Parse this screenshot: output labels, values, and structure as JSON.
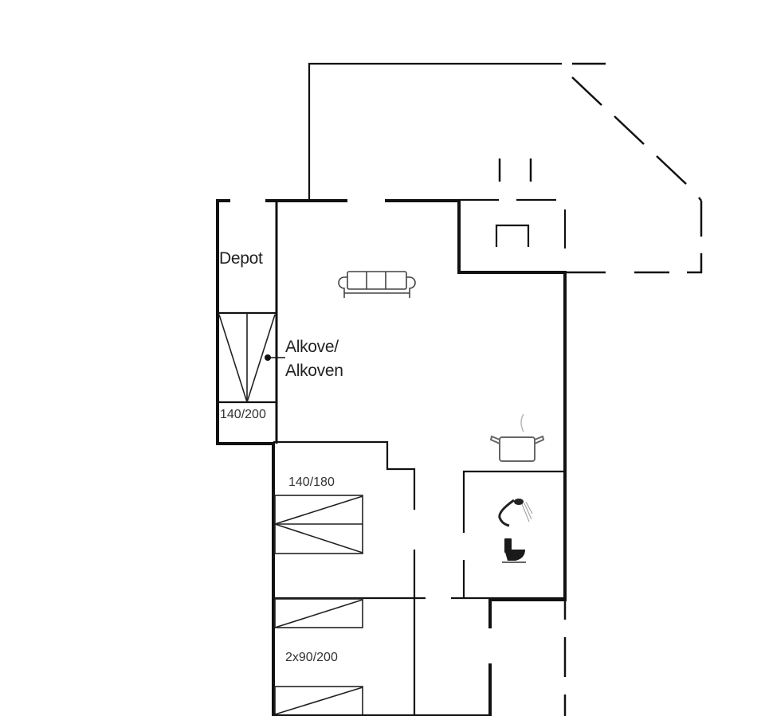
{
  "floorplan": {
    "rooms": {
      "depot": "Depot",
      "alcove_line1": "Alkove/",
      "alcove_line2": "Alkoven"
    },
    "bed_sizes": {
      "alcove_bed": "140/200",
      "bedroom1_bed": "140/180",
      "bedroom2_beds": "2x90/200"
    },
    "icons": [
      "sofa-icon",
      "cooking-pot-icon",
      "shower-icon",
      "toilet-icon",
      "fireplace-icon"
    ],
    "colors": {
      "wall": "#111111",
      "background": "#ffffff",
      "icon_grey": "#666666"
    }
  }
}
